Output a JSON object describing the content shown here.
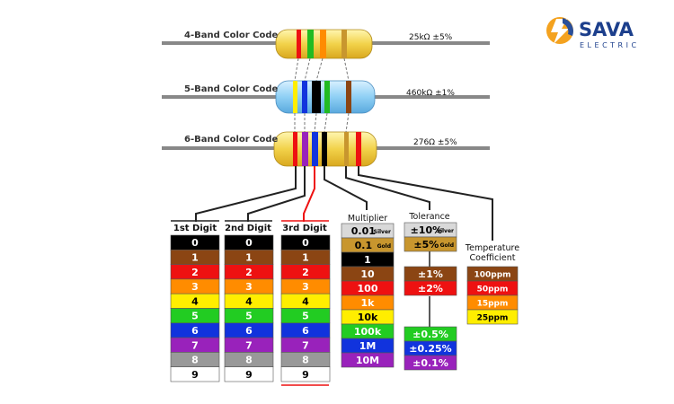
{
  "logo": {
    "name": "SAVA",
    "tagline": "ELECTRIC"
  },
  "resistors": [
    {
      "label": "4-Band Color Code",
      "value": "25kΩ  ±5%"
    },
    {
      "label": "5-Band Color Code",
      "value": "460kΩ  ±1%"
    },
    {
      "label": "6-Band Color Code",
      "value": "276Ω  ±5%"
    }
  ],
  "digit_columns": [
    {
      "header": "1st Digit"
    },
    {
      "header": "2nd Digit"
    },
    {
      "header": "3rd Digit"
    }
  ],
  "digit_colors": [
    {
      "digit": "0",
      "bg": "#000000",
      "fg": "#ffffff"
    },
    {
      "digit": "1",
      "bg": "#8b4513",
      "fg": "#ffffff"
    },
    {
      "digit": "2",
      "bg": "#ee1111",
      "fg": "#ffffff"
    },
    {
      "digit": "3",
      "bg": "#ff8c00",
      "fg": "#ffffff"
    },
    {
      "digit": "4",
      "bg": "#ffee00",
      "fg": "#000000"
    },
    {
      "digit": "5",
      "bg": "#22cc22",
      "fg": "#ffffff"
    },
    {
      "digit": "6",
      "bg": "#1133dd",
      "fg": "#ffffff"
    },
    {
      "digit": "7",
      "bg": "#9922bb",
      "fg": "#ffffff"
    },
    {
      "digit": "8",
      "bg": "#999999",
      "fg": "#ffffff"
    },
    {
      "digit": "9",
      "bg": "#ffffff",
      "fg": "#000000"
    }
  ],
  "multiplier": {
    "header": "Multiplier",
    "rows": [
      {
        "value": "0.01",
        "note": "Silver",
        "bg": "#d9d9d9",
        "fg": "#000000"
      },
      {
        "value": "0.1",
        "note": "Gold",
        "bg": "#c8962e",
        "fg": "#000000"
      },
      {
        "value": "1",
        "note": "",
        "bg": "#000000",
        "fg": "#ffffff"
      },
      {
        "value": "10",
        "note": "",
        "bg": "#8b4513",
        "fg": "#ffffff"
      },
      {
        "value": "100",
        "note": "",
        "bg": "#ee1111",
        "fg": "#ffffff"
      },
      {
        "value": "1k",
        "note": "",
        "bg": "#ff8c00",
        "fg": "#ffffff"
      },
      {
        "value": "10k",
        "note": "",
        "bg": "#ffee00",
        "fg": "#000000"
      },
      {
        "value": "100k",
        "note": "",
        "bg": "#22cc22",
        "fg": "#ffffff"
      },
      {
        "value": "1M",
        "note": "",
        "bg": "#1133dd",
        "fg": "#ffffff"
      },
      {
        "value": "10M",
        "note": "",
        "bg": "#9922bb",
        "fg": "#ffffff"
      }
    ]
  },
  "tolerance": {
    "header": "Tolerance",
    "rows": [
      {
        "value": "±10%",
        "note": "Silver",
        "bg": "#d9d9d9",
        "fg": "#000000"
      },
      {
        "value": "±5%",
        "note": "Gold",
        "bg": "#c8962e",
        "fg": "#000000"
      },
      {
        "value": "±1%",
        "note": "",
        "bg": "#8b4513",
        "fg": "#ffffff"
      },
      {
        "value": "±2%",
        "note": "",
        "bg": "#ee1111",
        "fg": "#ffffff"
      },
      {
        "value": "±0.5%",
        "note": "",
        "bg": "#22cc22",
        "fg": "#ffffff"
      },
      {
        "value": "±0.25%",
        "note": "",
        "bg": "#1133dd",
        "fg": "#ffffff"
      },
      {
        "value": "±0.1%",
        "note": "",
        "bg": "#9922bb",
        "fg": "#ffffff"
      }
    ]
  },
  "temp_coefficient": {
    "header_line1": "Temperature",
    "header_line2": "Coefficient",
    "rows": [
      {
        "value": "100ppm",
        "bg": "#8b4513",
        "fg": "#ffffff"
      },
      {
        "value": "50ppm",
        "bg": "#ee1111",
        "fg": "#ffffff"
      },
      {
        "value": "15ppm",
        "bg": "#ff8c00",
        "fg": "#ffffff"
      },
      {
        "value": "25ppm",
        "bg": "#ffee00",
        "fg": "#000000"
      }
    ]
  }
}
